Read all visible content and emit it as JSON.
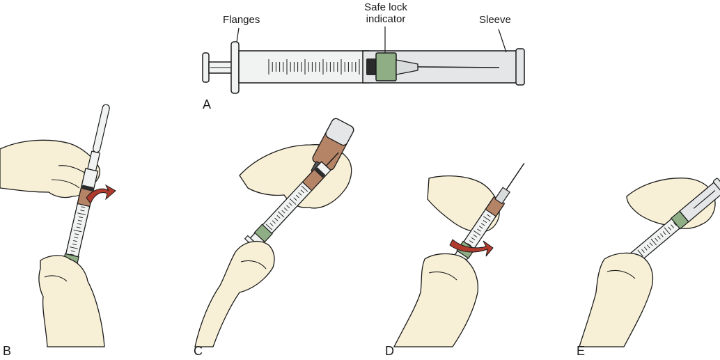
{
  "labels": {
    "flanges": "Flanges",
    "safe_lock_line1": "Safe lock",
    "safe_lock_line2": "indicator",
    "sleeve": "Sleeve"
  },
  "panels": {
    "a": "A",
    "b": "B",
    "c": "C",
    "d": "D",
    "e": "E"
  },
  "colors": {
    "outline": "#1a1a1a",
    "barrel": "#f1f2f2",
    "sleeve": "#e4e6e7",
    "lock_green": "#8fae85",
    "medication_brown": "#b58466",
    "rotate_arrow": "#b03a2e",
    "skin": "#f7f0d6",
    "skin_shadow": "#e8ddb5"
  }
}
